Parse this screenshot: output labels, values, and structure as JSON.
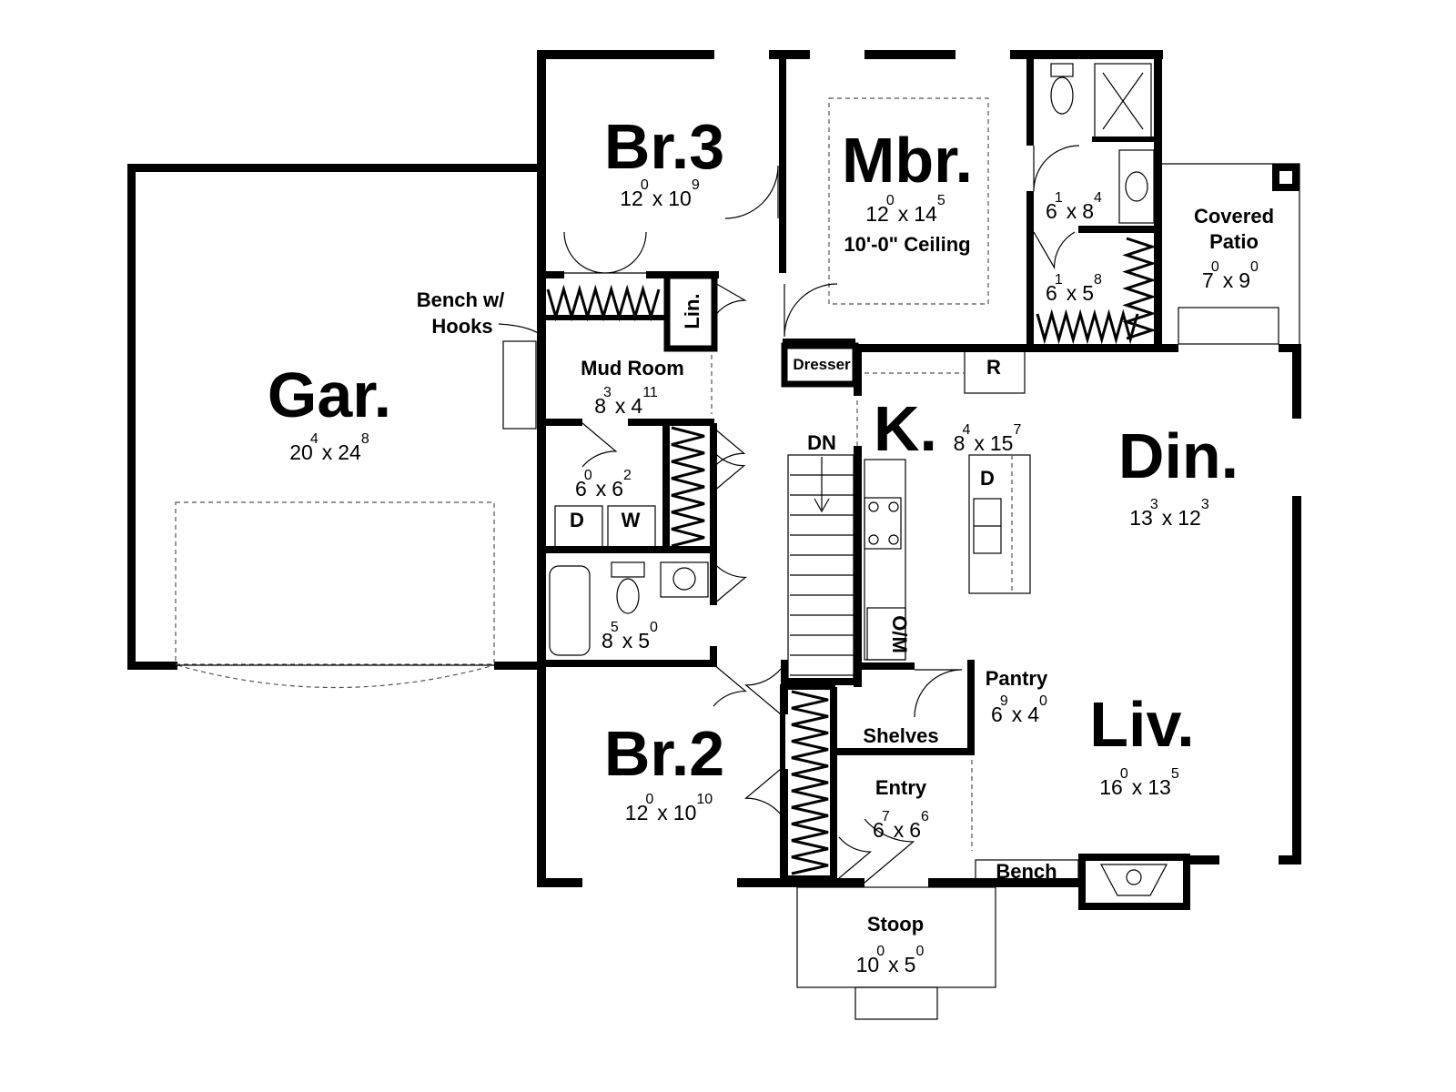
{
  "dim_sep": "x",
  "rooms": {
    "garage": {
      "name": "Gar.",
      "a": "20",
      "ai": "4",
      "b": "24",
      "bi": "8"
    },
    "br3": {
      "name": "Br.3",
      "a": "12",
      "ai": "0",
      "b": "10",
      "bi": "9"
    },
    "mbr": {
      "name": "Mbr.",
      "a": "12",
      "ai": "0",
      "b": "14",
      "bi": "5",
      "note": "10'-0\" Ceiling"
    },
    "mbath": {
      "a": "6",
      "ai": "1",
      "b": "8",
      "bi": "4"
    },
    "mcloset": {
      "a": "6",
      "ai": "1",
      "b": "5",
      "bi": "8"
    },
    "patio": {
      "name": "Covered",
      "name2": "Patio",
      "a": "7",
      "ai": "0",
      "b": "9",
      "bi": "0"
    },
    "mud": {
      "name": "Mud Room",
      "a": "8",
      "ai": "3",
      "b": "4",
      "bi": "11"
    },
    "laundry": {
      "a": "6",
      "ai": "0",
      "b": "6",
      "bi": "2"
    },
    "bath2": {
      "a": "8",
      "ai": "5",
      "b": "5",
      "bi": "0"
    },
    "kitchen": {
      "name": "K.",
      "a": "8",
      "ai": "4",
      "b": "15",
      "bi": "7"
    },
    "dining": {
      "name": "Din.",
      "a": "13",
      "ai": "3",
      "b": "12",
      "bi": "3"
    },
    "pantry": {
      "name": "Pantry",
      "a": "6",
      "ai": "9",
      "b": "4",
      "bi": "0"
    },
    "living": {
      "name": "Liv.",
      "a": "16",
      "ai": "0",
      "b": "13",
      "bi": "5"
    },
    "br2": {
      "name": "Br.2",
      "a": "12",
      "ai": "0",
      "b": "10",
      "bi": "10"
    },
    "entry": {
      "name": "Entry",
      "a": "6",
      "ai": "7",
      "b": "6",
      "bi": "6"
    },
    "stoop": {
      "name": "Stoop",
      "a": "10",
      "ai": "0",
      "b": "5",
      "bi": "0"
    }
  },
  "labels": {
    "bench_hooks_1": "Bench w/",
    "bench_hooks_2": "Hooks",
    "linen": "Lin.",
    "dryer": "D",
    "washer": "W",
    "dresser": "Dresser",
    "fridge": "R",
    "stairs_dn": "DN",
    "dishwasher": "D",
    "oven_micro": "O/M",
    "shelves": "Shelves",
    "bench": "Bench"
  }
}
